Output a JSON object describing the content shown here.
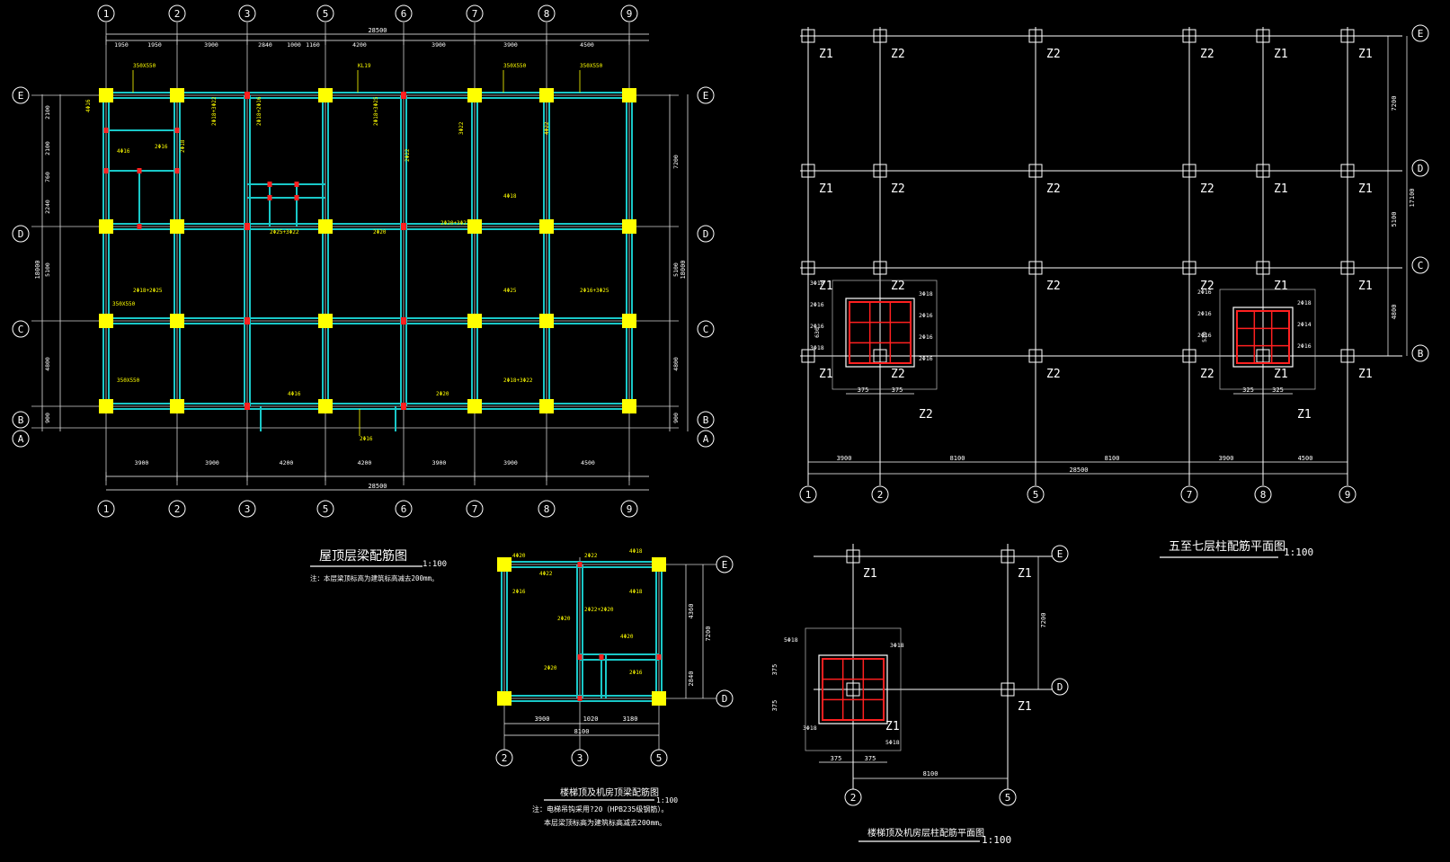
{
  "colors": {
    "background": "#000000",
    "grid": "#ffffff",
    "beam": "#19c8c8",
    "column": "#ffff00",
    "annotation": "#ffff00",
    "rebar": "#ff2020"
  },
  "plan1": {
    "axis_labels": [
      "1",
      "2",
      "3",
      "5",
      "6",
      "7",
      "8",
      "9"
    ],
    "row_labels": [
      "E",
      "D",
      "C",
      "B",
      "A"
    ],
    "top_dims": [
      "1950",
      "1950",
      "3900",
      "2840",
      "1000",
      "1160",
      "4200",
      "3900",
      "3900",
      "4500"
    ],
    "total_dim": "28500",
    "bottom_dims": [
      "3900",
      "3900",
      "4200",
      "4200",
      "3900",
      "3900",
      "4500"
    ],
    "left_dims": [
      "2100",
      "2100",
      "760",
      "2240",
      "5100",
      "4800",
      "900"
    ],
    "left_total": "18000",
    "right_dims": [
      "7200",
      "5100",
      "4800",
      "900"
    ],
    "right_total": "18000",
    "title": "屋顶层梁配筋图",
    "scale": "1:100",
    "note": "注：本层梁顶标高为建筑标高减去200mm。",
    "annotations": [
      "350X550",
      "KL19",
      "350X550",
      "350X550",
      "4Φ16",
      "4Φ16",
      "2Φ16",
      "2Φ18",
      "4Φ18",
      "2Φ18+2Φ16",
      "2Φ18+3Φ22",
      "2Φ18+3Φ25",
      "2Φ22",
      "3Φ22",
      "4Φ22",
      "2Φ25+3Φ22",
      "2Φ20",
      "2Φ20+3Φ22",
      "2Φ18+2Φ25",
      "4Φ25",
      "2Φ16+3Φ25",
      "350X550",
      "350X550",
      "2Φ18+3Φ22",
      "2Φ20",
      "4Φ16",
      "2Φ16"
    ]
  },
  "plan2": {
    "axis_labels": [
      "1",
      "2",
      "5",
      "7",
      "8",
      "9"
    ],
    "row_labels": [
      "E",
      "D",
      "C",
      "B"
    ],
    "col_marks": [
      "Z1",
      "Z2",
      "Z2",
      "Z2",
      "Z1",
      "Z1"
    ],
    "bottom_dims": [
      "3900",
      "8100",
      "8100",
      "3900",
      "4500"
    ],
    "total_dim": "28500",
    "right_dims": [
      "7200",
      "5100",
      "4800"
    ],
    "right_total": "17100",
    "detail_z2": {
      "mark": "Z2",
      "dims": [
        "375",
        "375"
      ],
      "bars": [
        "3Φ18",
        "3Φ18",
        "2Φ16",
        "2Φ16",
        "2Φ16",
        "2Φ16",
        "3Φ18",
        "2Φ16"
      ],
      "size": "630"
    },
    "detail_z1": {
      "mark": "Z1",
      "dims": [
        "325",
        "325"
      ],
      "bars": [
        "2Φ16",
        "2Φ18",
        "2Φ16",
        "2Φ14",
        "2Φ16",
        "2Φ16"
      ],
      "size": "530"
    },
    "title": "五至七层柱配筋平面图",
    "scale": "1:100"
  },
  "plan3": {
    "axis_labels": [
      "2",
      "3",
      "5"
    ],
    "row_labels": [
      "E",
      "D"
    ],
    "bottom_dims": [
      "3900",
      "1020",
      "3180"
    ],
    "total_dim": "8100",
    "right_dims": [
      "4360",
      "2840"
    ],
    "right_total": "7200",
    "title": "楼梯顶及机房顶梁配筋图",
    "scale": "1:100",
    "note1": "注：电梯吊钩采用?20（HPB235级钢筋）。",
    "note2": "本层梁顶标高为建筑标高减去200mm。",
    "annotations": [
      "4Φ20",
      "4Φ22",
      "2Φ22",
      "4Φ18",
      "2Φ16",
      "2Φ20",
      "4Φ18",
      "2Φ22+2Φ20",
      "2Φ20",
      "4Φ20",
      "2Φ16"
    ]
  },
  "plan4": {
    "axis_labels": [
      "2",
      "5"
    ],
    "row_labels": [
      "E",
      "D"
    ],
    "col_marks": [
      "Z1",
      "Z1",
      "Z1",
      "Z1"
    ],
    "bottom_dim": "8100",
    "right_dim": "7200",
    "detail": {
      "mark": "Z1",
      "dims": [
        "375",
        "375"
      ],
      "bars": [
        "5Φ18",
        "5Φ18",
        "3Φ18",
        "3Φ18"
      ],
      "size": "375"
    },
    "title": "楼梯顶及机房层柱配筋平面图",
    "scale": "1:100"
  }
}
